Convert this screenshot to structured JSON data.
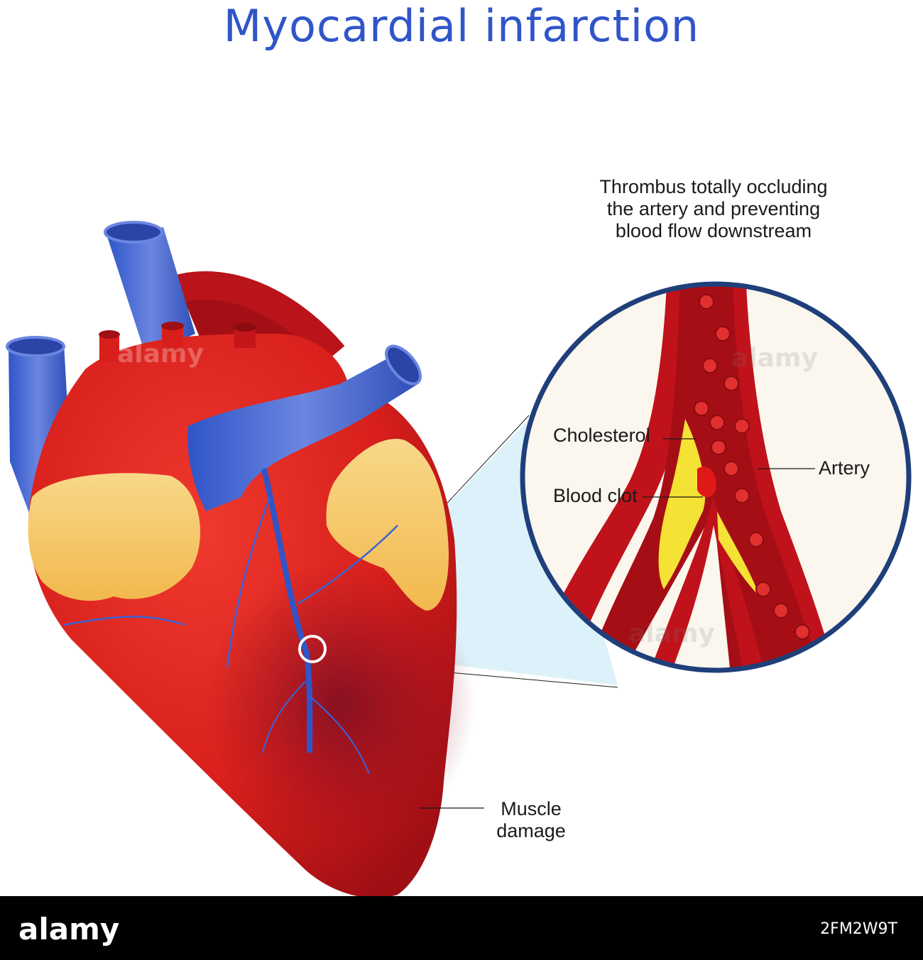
{
  "title": "Myocardial infarction",
  "labels": {
    "thrombus": "Thrombus totally occluding\nthe artery and preventing\nblood flow downstream",
    "cholesterol": "Cholesterol",
    "blood_clot": "Blood clot",
    "artery": "Artery",
    "muscle_damage": "Muscle\ndamage"
  },
  "footer": {
    "brand": "alamy",
    "image_id": "2FM2W9T"
  },
  "watermark": "alamy",
  "colors": {
    "title": "#2f55c8",
    "heart_red": "#e0201c",
    "vein_blue": "#4a6fd6",
    "fat_yellow": "#f6cf6e",
    "circle_border": "#1f3f7a",
    "magnifier_fill": "#d6eef8",
    "artery_wall": "#c0121a",
    "plaque": "#f4e234"
  },
  "icons": [
    "heart-illustration",
    "artery-cross-section",
    "magnifier-ring"
  ]
}
